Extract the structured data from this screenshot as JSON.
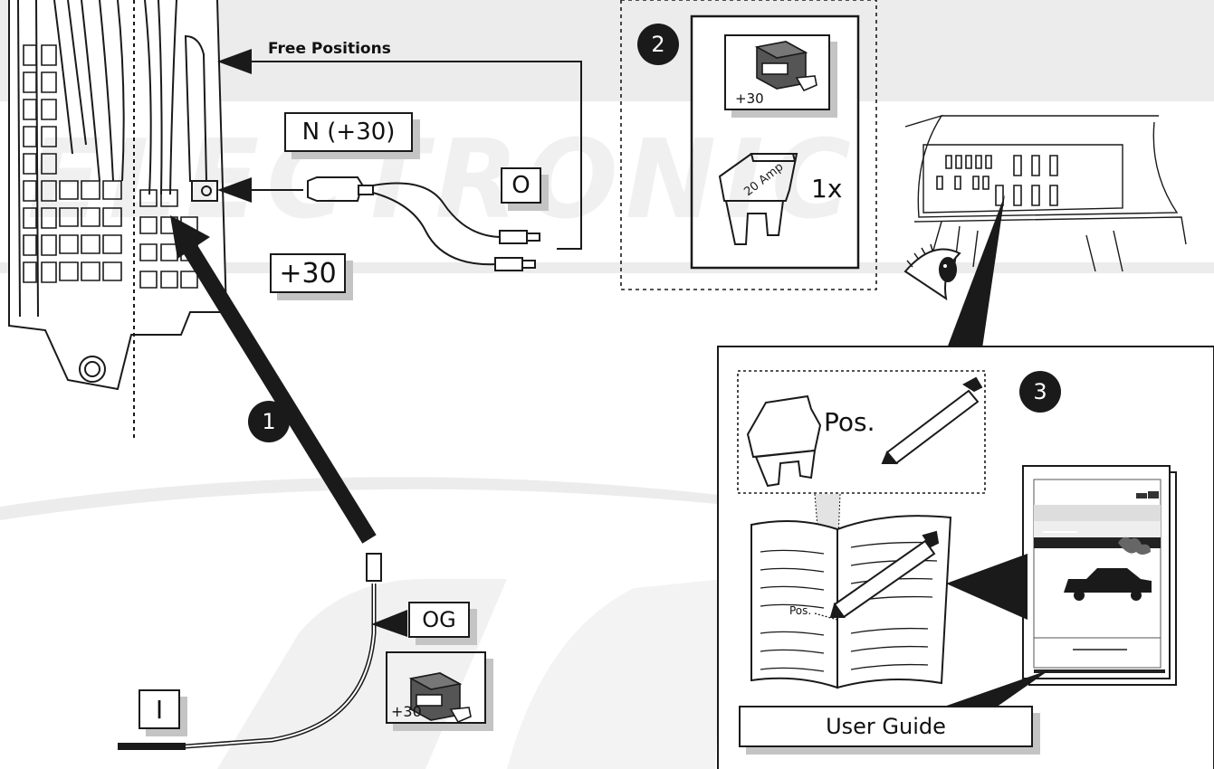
{
  "labels": {
    "free_positions": "Free Positions",
    "n_plus30": "N (+30)",
    "o": "O",
    "plus30": "+30",
    "og": "OG",
    "i": "I",
    "fuse_amp": "20 Amp",
    "fuse_qty": "1x",
    "pos_large": "Pos.",
    "pos_small": "Pos.",
    "user_guide": "User Guide",
    "module_top": "+30",
    "module_bottom": "+30"
  },
  "steps": [
    "1",
    "2",
    "3"
  ],
  "watermark": "ELECTRONIC",
  "colors": {
    "ink": "#1a1a1a",
    "shadow": "#c4c4c4",
    "watermark": "#e9e9e9"
  },
  "icons": [
    "fuse-box-icon",
    "connector-icon",
    "relay-module-icon",
    "fuse-icon",
    "pen-icon",
    "eye-icon",
    "car-icon",
    "manual-icon"
  ]
}
